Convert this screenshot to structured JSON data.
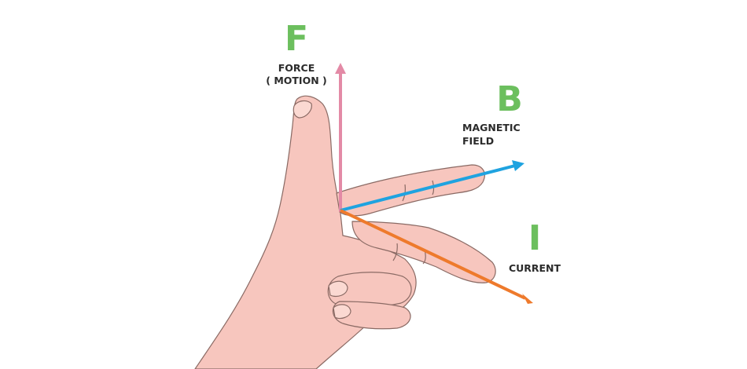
{
  "colors": {
    "letter": "#6cbf5e",
    "force_arrow": "#e38aa6",
    "field_arrow": "#1fa3e0",
    "current_arrow": "#ee7a2c",
    "skin": "#f7c6be",
    "skin_outline": "#8a6a64",
    "text": "#2b2b2b"
  },
  "force": {
    "letter": "F",
    "label_line1": "FORCE",
    "label_line2": "( MOTION )"
  },
  "field": {
    "letter": "B",
    "label_line1": "MAGNETIC",
    "label_line2": "FIELD"
  },
  "current": {
    "letter": "I",
    "label": "CURRENT"
  }
}
